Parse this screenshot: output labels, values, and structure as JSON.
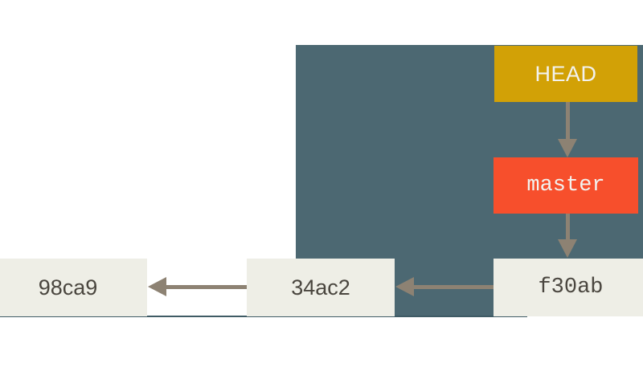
{
  "diagram": {
    "title": "git-branch-pointers",
    "colors": {
      "panel": "#4c6872",
      "head": "#d2a106",
      "branch": "#f74f2c",
      "commit": "#eeeee6",
      "arrow": "#8d8273",
      "label_light": "#f2f2ef",
      "label_dark": "#4a463f",
      "background": "#ffffff"
    },
    "refs": [
      {
        "name": "head-pointer",
        "label": "HEAD"
      },
      {
        "name": "branch-master",
        "label": "master"
      }
    ],
    "commits": [
      {
        "name": "commit-98ca9",
        "label": "98ca9"
      },
      {
        "name": "commit-34ac2",
        "label": "34ac2"
      },
      {
        "name": "commit-f30ab",
        "label": "f30ab"
      }
    ],
    "arrows": [
      {
        "name": "arrow-34ac2-to-98ca9",
        "direction": "left"
      },
      {
        "name": "arrow-f30ab-to-34ac2",
        "direction": "left"
      },
      {
        "name": "arrow-head-to-master",
        "direction": "down"
      },
      {
        "name": "arrow-master-to-f30ab",
        "direction": "down"
      }
    ]
  }
}
